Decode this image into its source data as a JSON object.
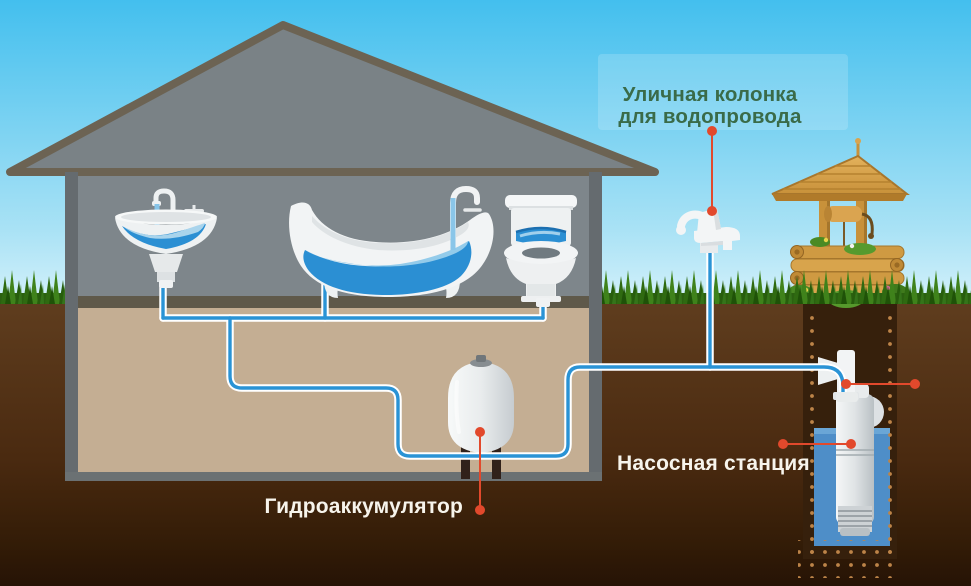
{
  "labels": {
    "street_column_line1": "Уличная колонка",
    "street_column_line2": "для водопровода",
    "pump_station": "Насосная станция",
    "hydroaccumulator": "Гидроаккумулятор"
  },
  "colors": {
    "sky_top": "#43bfee",
    "sky_bottom": "#d5f1fb",
    "soil_brown": "#5f3d1e",
    "soil_dark_bottom": "#261305",
    "grass_green": "#3f821b",
    "roof_gray": "#7a8286",
    "roof_trim": "#6c6353",
    "house_wall_gray": "#7e868b",
    "wall_trim_gray": "#656b6f",
    "floor_dark": "#5f594a",
    "basement_tan": "#c4ae93",
    "pipe_blue": "#2a93d5",
    "pipe_casing_white": "#ffffff",
    "water_blue": "#2b8fd3",
    "callout_red": "#e2492c",
    "label_green": "#3a6b49",
    "label_white": "#f7f4ec",
    "well_wood": "#cf9a42",
    "shaft_dark": "#36200c",
    "shaft_water": "#4e8ec8",
    "fixture_white": "#f2f4f5"
  }
}
